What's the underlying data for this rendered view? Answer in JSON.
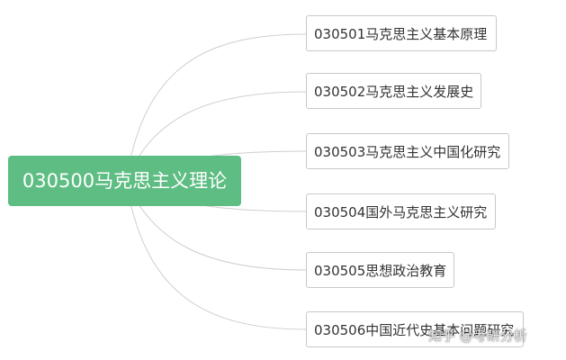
{
  "root": {
    "label": "030500马克思主义理论",
    "color": "#5ebd83"
  },
  "children": [
    {
      "label": "030501马克思主义基本原理"
    },
    {
      "label": "030502马克思主义发展史"
    },
    {
      "label": "030503马克思主义中国化研究"
    },
    {
      "label": "030504国外马克思主义研究"
    },
    {
      "label": "030505思想政治教育"
    },
    {
      "label": "030506中国近代史基本问题研究"
    }
  ],
  "watermark": "知乎 @考研分析",
  "edge_color": "#cfcfcf"
}
